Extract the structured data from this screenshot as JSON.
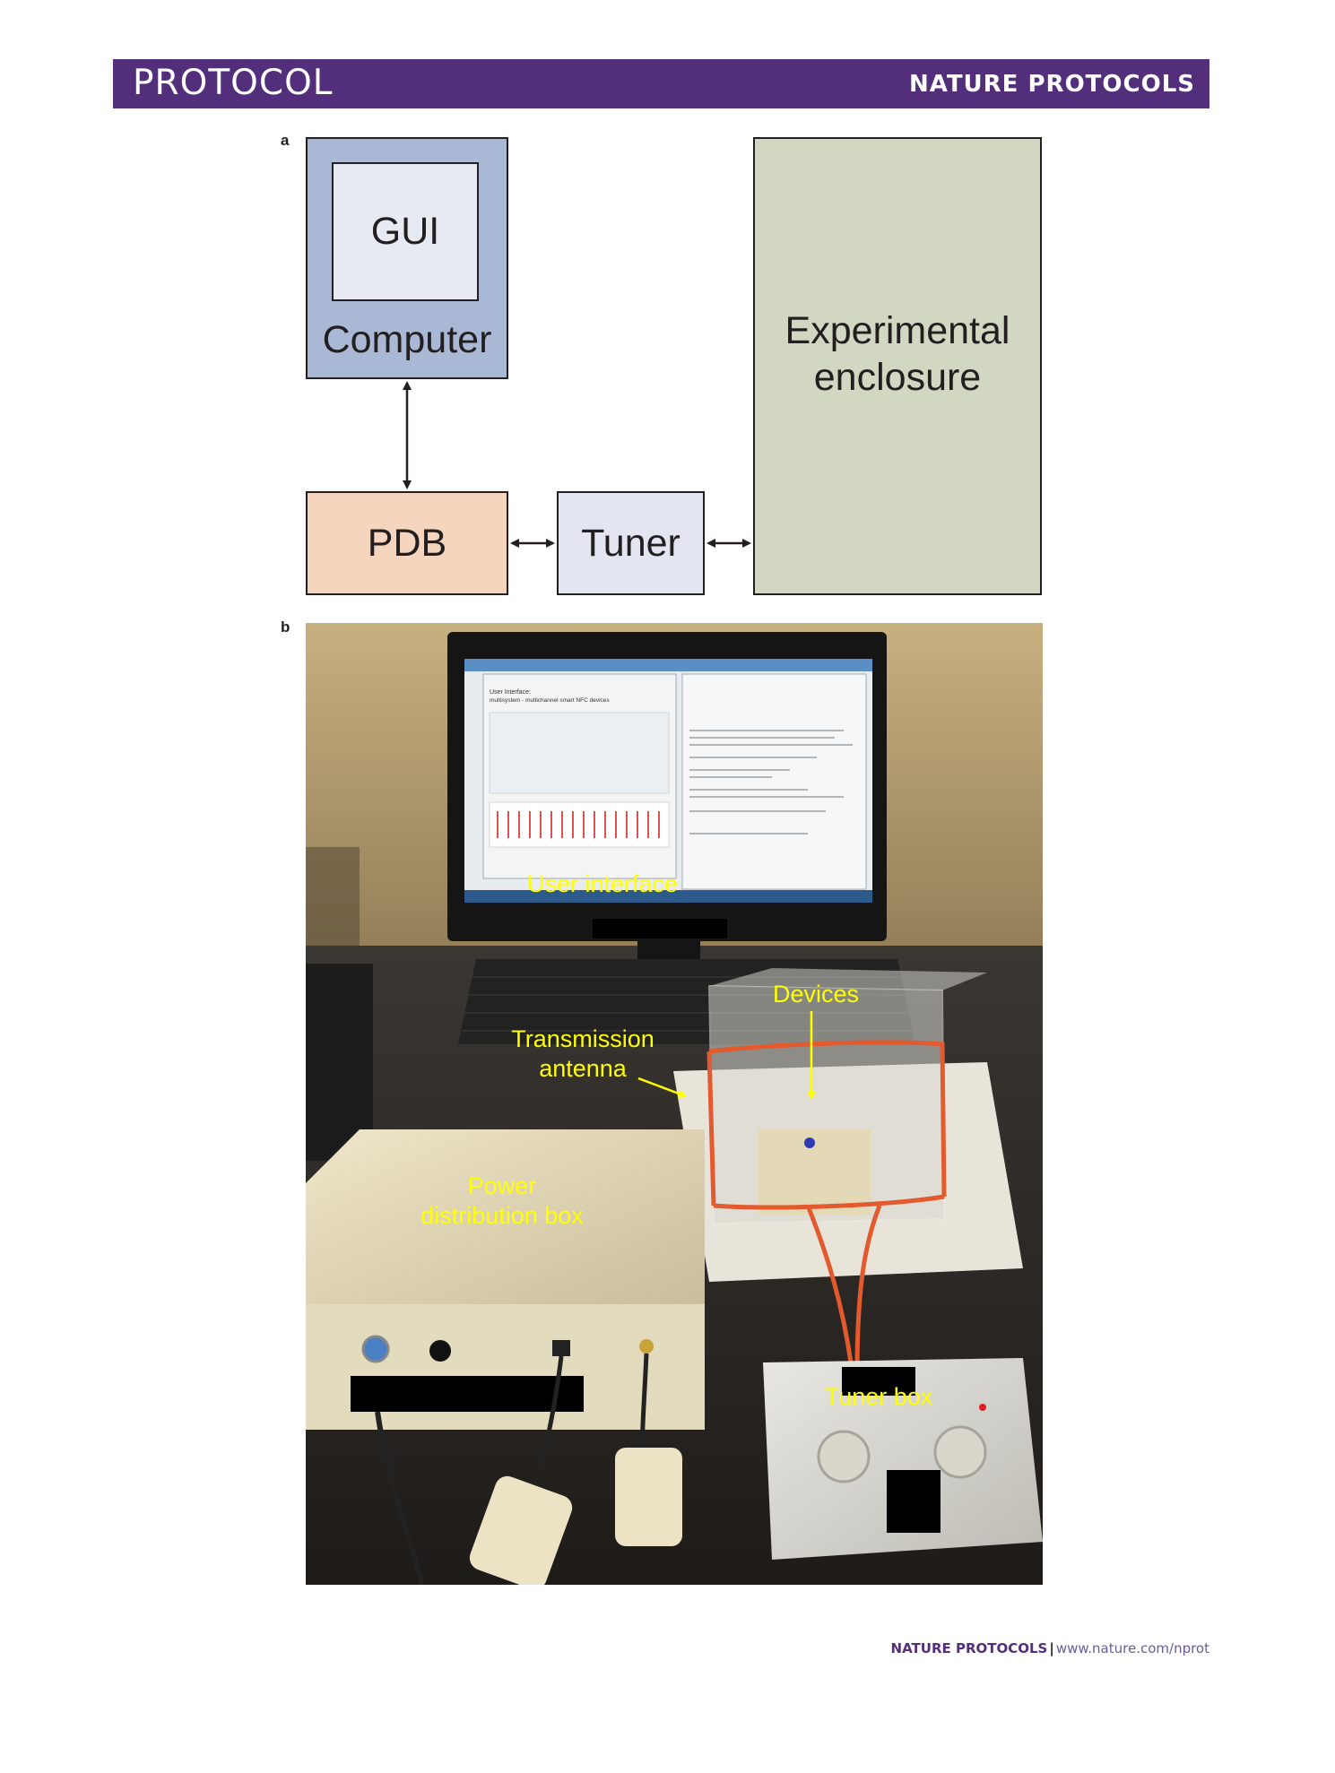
{
  "header": {
    "section": "PROTOCOL",
    "journal": "NATURE PROTOCOLS"
  },
  "panel_a": {
    "label": "a",
    "gui": "GUI",
    "computer": "Computer",
    "pdb": "PDB",
    "tuner": "Tuner",
    "enclosure_line1": "Experimental",
    "enclosure_line2": "enclosure"
  },
  "panel_b": {
    "label": "b",
    "labels": {
      "user_interface": "User interface",
      "devices": "Devices",
      "transmission_line1": "Transmission",
      "transmission_line2": "antenna",
      "power_line1": "Power",
      "power_line2": "distribution box",
      "tuner_box": "Tuner box"
    },
    "screen_text": {
      "window_title": "User Interface:",
      "window_subtitle": "multisystem - multichannel smart NFC devices"
    }
  },
  "footer": {
    "journal": "NATURE PROTOCOLS",
    "separator": "|",
    "url": "www.nature.com/nprot"
  },
  "colors": {
    "banner": "#522e7b",
    "computer": "#a9b9d5",
    "gui": "#e7e9f3",
    "pdb": "#f5d5bd",
    "tuner": "#e3e5f0",
    "enclosure": "#d2d7c2",
    "photo_label": "#ffff00"
  }
}
